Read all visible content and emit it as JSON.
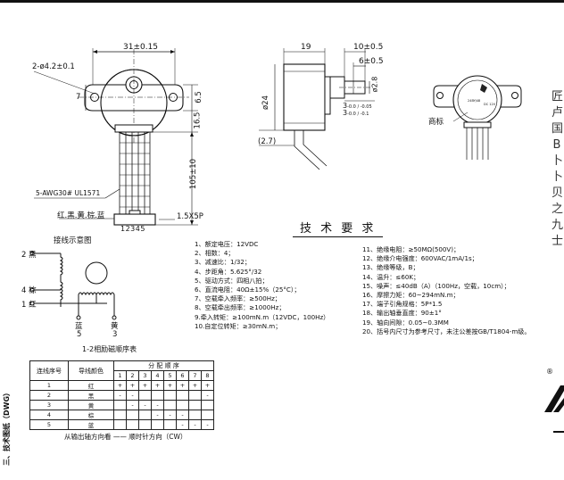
{
  "dims": {
    "width": "31±0.15",
    "holes": "2-ø4.2±0.1",
    "left_7": "7",
    "right_65": "6.5",
    "right_165": "16.5",
    "right_105": "105±10",
    "wire": "5-AWG30# UL1571",
    "colors_line": "红.黑.黄.棕.蓝",
    "conn_nums": "12345",
    "connector": "1.5X5P",
    "side_19": "19",
    "side_10": "10±0.5",
    "side_6": "6±0.5",
    "dia_24": "ø24",
    "shaft_3a": "3",
    "shaft_3a_tol": "-0.0 / -0.05",
    "shaft_3b": "3",
    "shaft_3b_tol": "-0.0 / -0.1",
    "flat_d": "ø2.8",
    "side_27": "(2.7)",
    "label_text": "商标"
  },
  "wiring": {
    "title": "接线示意图",
    "p2": "2 黑",
    "p4": "4 棕",
    "p1": "1 红",
    "p5_name": "蓝",
    "p5_num": "5",
    "p3_name": "黄",
    "p3_num": "3",
    "caption": "1-2相励磁顺序表"
  },
  "specs": {
    "title": "技 术 要 求",
    "left": [
      "1、额定电压：12VDC",
      "2、相数：4；",
      "3、减速比：1/32；",
      "4、步距角：5.625°/32",
      "5、驱动方式：四相八拍；",
      "6、直流电阻：40Ω±15%（25°C）；",
      "7、空载牵入频率：≥500Hz；",
      "8、空载牵出频率：≥1000Hz；",
      "9.牵入转矩：≥100mN.m（12VDC，100Hz）",
      "10.自定位转矩：≥30mN.m；"
    ],
    "right": [
      "11、绝缘电阻：≥50MΩ(500V)；",
      "12、绝缘介电强度：600VAC/1mA/1s；",
      "13、绝缘等级，B；",
      "14、温升：≤60K；",
      "15、噪声：≤40dB（A）（100Hz，空载，10cm）；",
      "16、摩擦力矩：60~294mN.m；",
      "17、端子引角规格：5P*1.5",
      "18、输出轴垂直度：90±1°",
      "19、轴向间隙：0.05~0.3MM",
      "20、括号内尺寸为参考尺寸，未注公差按GB/T1804-m级。"
    ]
  },
  "sequence_table": {
    "col1": "连线序号",
    "col2": "导线颜色",
    "group": "分 配 顺 序",
    "steps": [
      "1",
      "2",
      "3",
      "4",
      "5",
      "6",
      "7",
      "8"
    ],
    "rows": [
      {
        "n": "1",
        "color": "红",
        "cells": [
          "+",
          "+",
          "+",
          "+",
          "+",
          "+",
          "+",
          "+"
        ]
      },
      {
        "n": "2",
        "color": "黑",
        "cells": [
          "-",
          "-",
          "",
          "",
          "",
          "",
          "",
          "-"
        ]
      },
      {
        "n": "3",
        "color": "黄",
        "cells": [
          "",
          "-",
          "-",
          "-",
          "",
          "",
          "",
          ""
        ]
      },
      {
        "n": "4",
        "color": "棕",
        "cells": [
          "",
          "",
          "",
          "-",
          "-",
          "-",
          "",
          ""
        ]
      },
      {
        "n": "5",
        "color": "蓝",
        "cells": [
          "",
          "",
          "",
          "",
          "",
          "-",
          "-",
          "-"
        ]
      }
    ],
    "footer": "从输出轴方向看 —— 顺时针方向（CW）"
  },
  "sidebar_label": "三、技术图纸（DWG）",
  "right_edge_glyphs": [
    "匠",
    "卢",
    "国",
    "B",
    "卜",
    "卜",
    "贝",
    "之",
    "九",
    "士"
  ],
  "registered_mark": "®"
}
